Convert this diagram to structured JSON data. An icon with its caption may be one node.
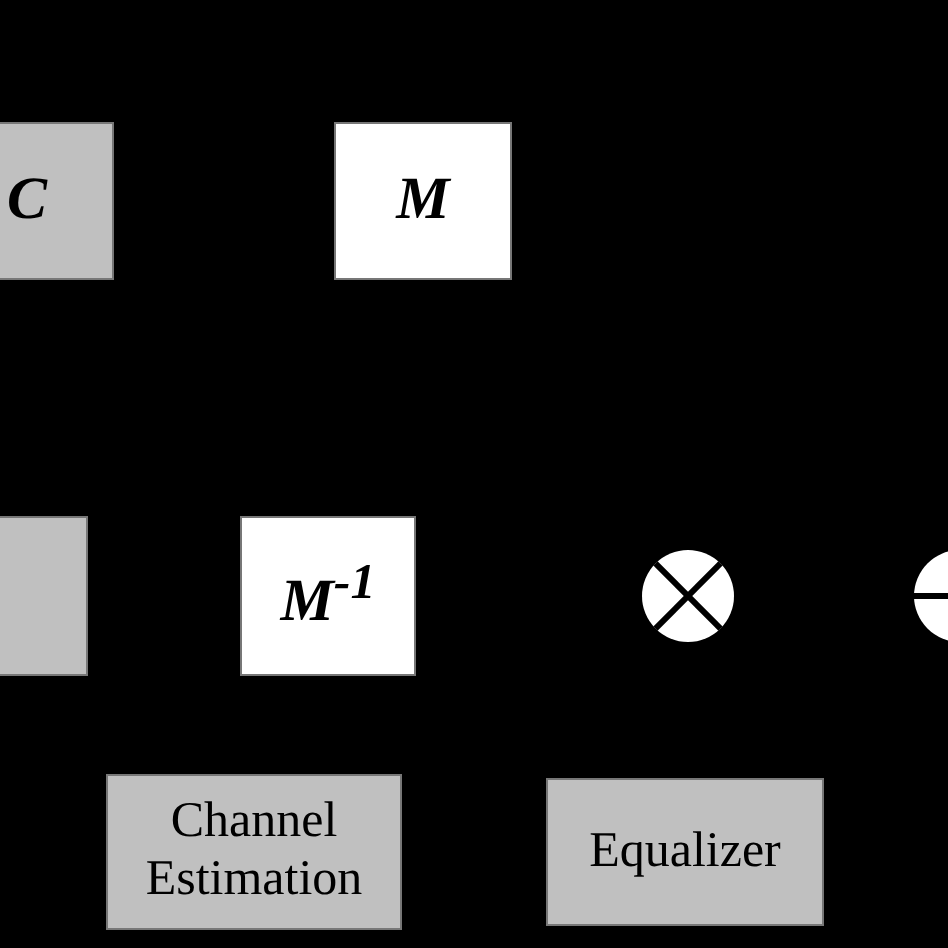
{
  "diagram": {
    "nodes": [
      {
        "text": [
          "C"
        ]
      },
      {
        "text": [
          "M"
        ]
      },
      {
        "text": [],
        "shape": "box"
      },
      {
        "text": [
          "M$^{-1}$"
        ]
      },
      {
        "text": [],
        "shape": "circle"
      },
      {
        "text": [],
        "shape": "circle"
      },
      {
        "text": [
          "Channel Estimation"
        ]
      },
      {
        "text": [
          "Equalizer"
        ]
      }
    ]
  }
}
